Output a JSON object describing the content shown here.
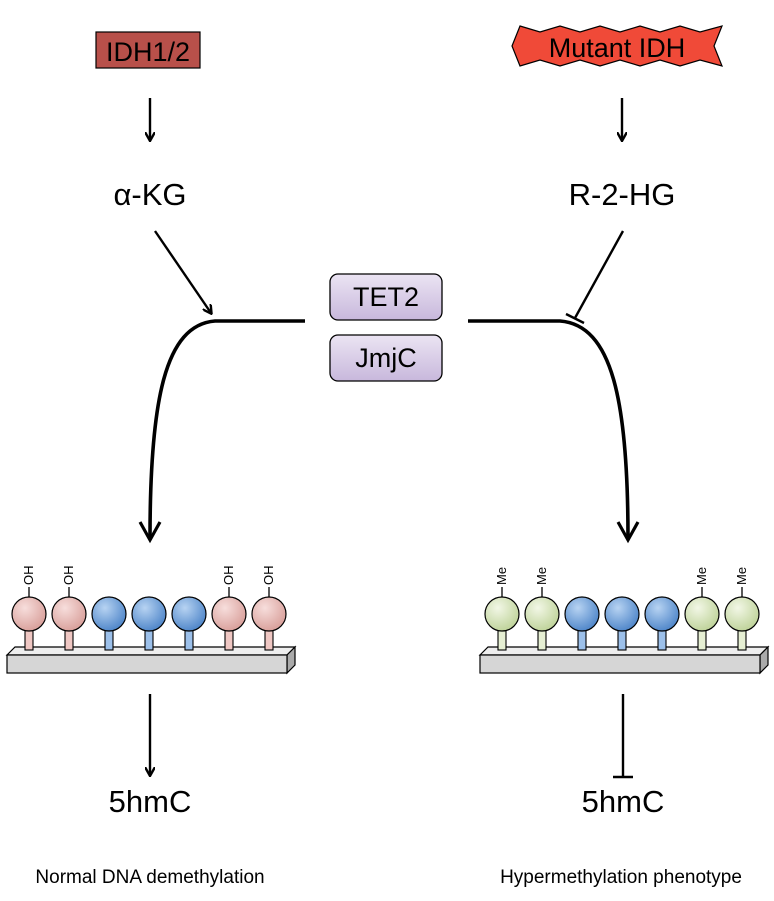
{
  "left": {
    "enzyme": "IDH1/2",
    "metabolite": "α-KG",
    "mark_label": "OH",
    "product": "5hmC",
    "caption": "Normal DNA demethylation",
    "colors": {
      "enzyme_box": "#b8504a",
      "mod_ball": "#e7b4b0"
    }
  },
  "right": {
    "enzyme": "Mutant IDH",
    "metabolite": "R-2-HG",
    "mark_label": "Me",
    "product": "5hmC",
    "caption": "Hypermethylation phenotype",
    "colors": {
      "enzyme_star": "#f04a38",
      "mod_ball": "#d9e7bd"
    }
  },
  "center": {
    "enzymes": [
      "TET2",
      "JmjC"
    ],
    "color": "#d8cce8"
  },
  "colors": {
    "unmod_ball": "#73a4dc",
    "backbone": "#dcdcdc"
  }
}
